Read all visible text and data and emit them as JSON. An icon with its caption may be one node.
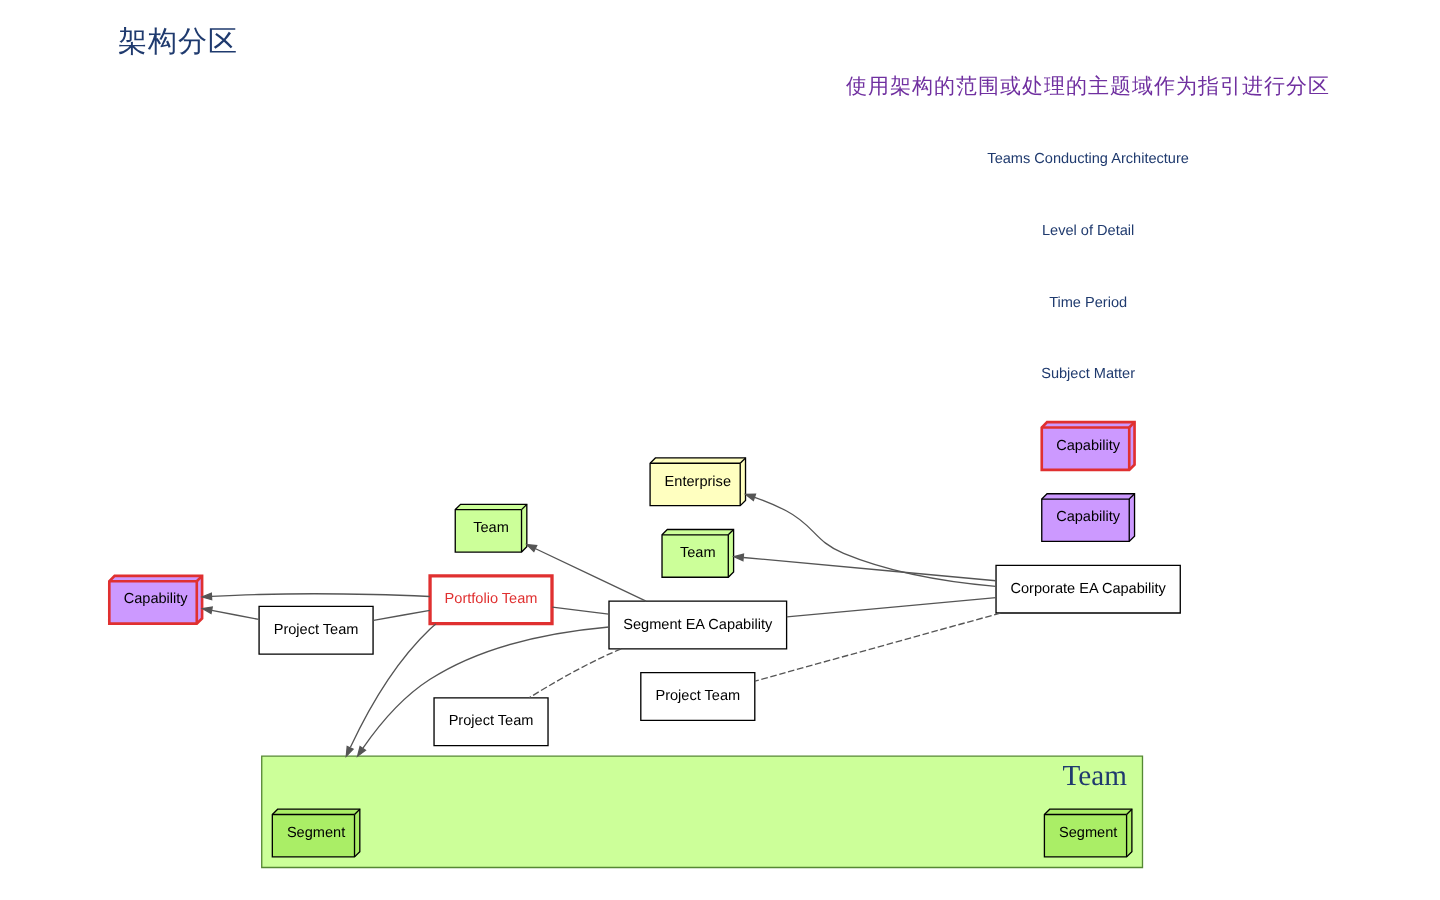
{
  "diagram": {
    "title": "架构分区",
    "caption": "使用架构的范围或处理的主题域作为指引进行分区",
    "nodes": [
      {
        "text": [
          "Enterprise"
        ]
      },
      {
        "text": [
          "Team"
        ]
      },
      {
        "text": [
          "Team"
        ]
      },
      {
        "text": [
          "Team"
        ]
      },
      {
        "text": [
          "Segment"
        ],
        "in": 3
      },
      {
        "text": [
          "Segment"
        ],
        "in": 3
      },
      {
        "text": [
          "Capability"
        ]
      },
      {
        "text": [
          "Capability"
        ]
      },
      {
        "text": [
          "Capability"
        ]
      },
      {
        "text": [
          "Corporate EA Capability"
        ]
      },
      {
        "text": [
          "Segment EA Capability"
        ]
      },
      {
        "text": [
          "Portfolio Team"
        ]
      },
      {
        "text": [
          "Project Team"
        ]
      },
      {
        "text": [
          "Project Team"
        ]
      },
      {
        "text": [
          "Project Team"
        ]
      }
    ],
    "edges": [
      {
        "from": 9,
        "to": 0,
        "arrow": "to"
      },
      {
        "from": 9,
        "to": 2,
        "arrow": "to"
      },
      {
        "from": 10,
        "to": 1,
        "arrow": "to"
      },
      {
        "from": 10,
        "to": 3,
        "arrow": "to"
      },
      {
        "from": 11,
        "to": 3,
        "arrow": "to"
      },
      {
        "from": 11,
        "to": 8,
        "arrow": "to"
      },
      {
        "from": 14,
        "to": 8,
        "arrow": "to"
      },
      {
        "from": 9,
        "to": 10,
        "arrow": "none"
      },
      {
        "from": 9,
        "to": 12,
        "arrow": "none",
        "style": "dashed"
      },
      {
        "from": 10,
        "to": 11,
        "arrow": "none"
      },
      {
        "from": 10,
        "to": 13,
        "arrow": "none",
        "style": "dashed"
      },
      {
        "from": 11,
        "to": 14,
        "arrow": "none"
      }
    ],
    "labels": [
      "Subject Matter",
      "Time Period",
      "Level of Detail",
      "Teams Conducting Architecture"
    ]
  }
}
